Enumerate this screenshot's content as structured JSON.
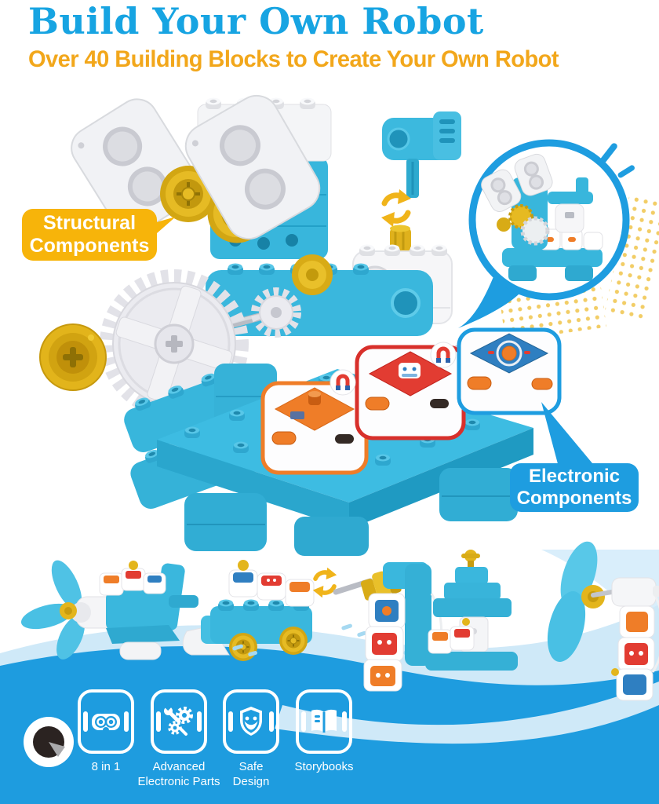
{
  "header": {
    "title": "Build Your Own Robot",
    "subtitle": "Over 40 Building Blocks to Create Your Own Robot"
  },
  "callouts": {
    "structural": {
      "line1": "Structural",
      "line2": "Components"
    },
    "electronic": {
      "line1": "Electronic",
      "line2": "Components"
    }
  },
  "features": {
    "items": [
      {
        "icon": "goggles-icon",
        "label_line1": "8 in 1",
        "label_line2": ""
      },
      {
        "icon": "wrench-gears-icon",
        "label_line1": "Advanced",
        "label_line2": "Electronic Parts"
      },
      {
        "icon": "shield-smile-icon",
        "label_line1": "Safe",
        "label_line2": "Design"
      },
      {
        "icon": "open-book-icon",
        "label_line1": "Storybooks",
        "label_line2": ""
      }
    ],
    "logo_icon": "camera-eye-logo"
  },
  "colors": {
    "title_blue": "#17a4e2",
    "subtitle_yellow": "#f2a71b",
    "badge_yellow": "#f7b40a",
    "brand_blue": "#1e9de0",
    "brick_teal": "#36b5dc",
    "wheel_yellow": "#d9ae1a",
    "cube_orange": "#ef7d28",
    "cube_red": "#d8302b",
    "cube_blue": "#2f7fc1",
    "wave_light_blue": "#cfe9f8"
  }
}
